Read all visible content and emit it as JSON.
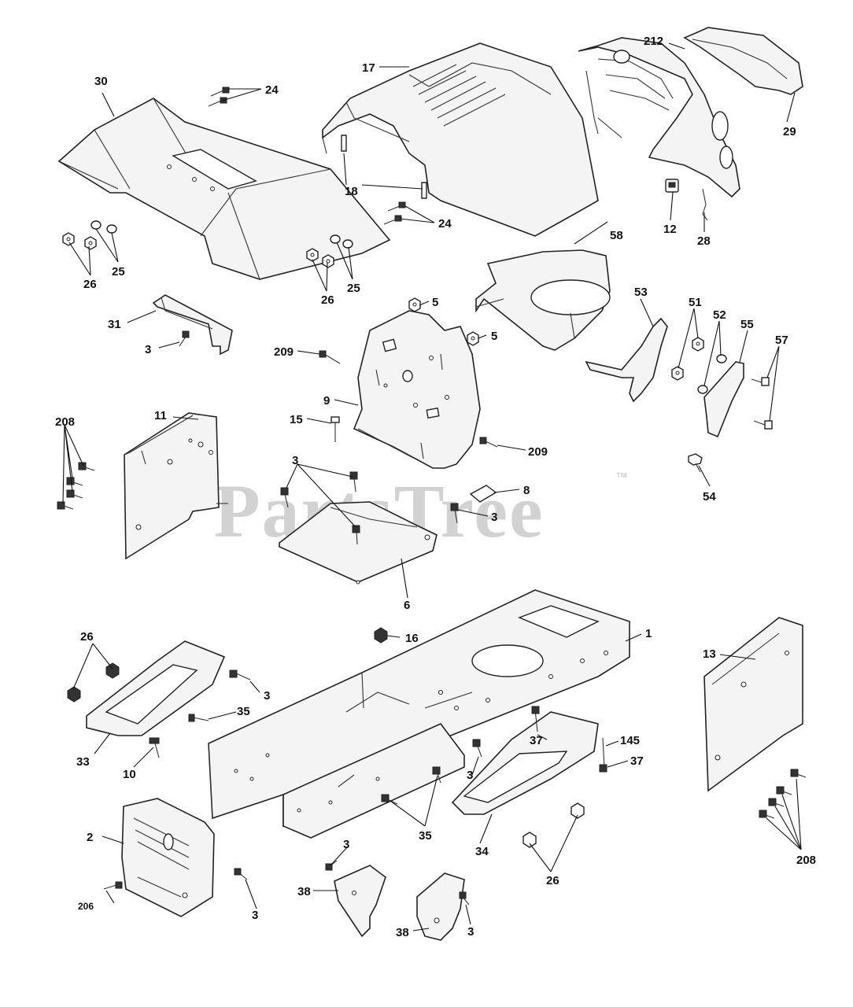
{
  "watermark": {
    "brand": "PartsTree",
    "trademark": "™"
  },
  "callouts": {
    "c30": "30",
    "c24a": "24",
    "c17": "17",
    "c212": "212",
    "c29": "29",
    "c18": "18",
    "c24b": "24",
    "c12": "12",
    "c28": "28",
    "c58": "58",
    "c26a": "26",
    "c25a": "25",
    "c26b": "26",
    "c25b": "25",
    "c31": "31",
    "c3a": "3",
    "c5a": "5",
    "c5b": "5",
    "c209a": "209",
    "c53": "53",
    "c51": "51",
    "c52": "52",
    "c55": "55",
    "c57": "57",
    "c9": "9",
    "c15": "15",
    "c209b": "209",
    "c11": "11",
    "c208a": "208",
    "c3b": "3",
    "c8": "8",
    "c3c": "3",
    "c54": "54",
    "c6": "6",
    "c16": "16",
    "c1": "1",
    "c26c": "26",
    "c13": "13",
    "c3d": "3",
    "c35a": "35",
    "c33": "33",
    "c10": "10",
    "c37a": "37",
    "c145": "145",
    "c37b": "37",
    "c3e": "3",
    "c2": "2",
    "c35b": "35",
    "c34": "34",
    "c26d": "26",
    "c208b": "208",
    "c3f": "3",
    "c38a": "38",
    "c206": "206",
    "c3g": "3",
    "c38b": "38",
    "c3h": "3"
  }
}
